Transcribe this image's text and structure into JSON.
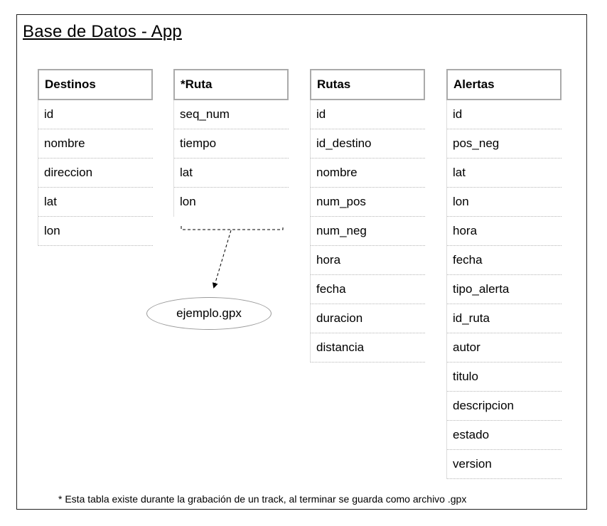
{
  "title": "Base de Datos - App",
  "tables": [
    {
      "name": "Destinos",
      "fields": [
        "id",
        "nombre",
        "direccion",
        "lat",
        "lon"
      ]
    },
    {
      "name": "*Ruta",
      "fields": [
        "seq_num",
        "tiempo",
        "lat",
        "lon"
      ]
    },
    {
      "name": "Rutas",
      "fields": [
        "id",
        "id_destino",
        "nombre",
        "num_pos",
        "num_neg",
        "hora",
        "fecha",
        "duracion",
        "distancia"
      ]
    },
    {
      "name": "Alertas",
      "fields": [
        "id",
        "pos_neg",
        "lat",
        "lon",
        "hora",
        "fecha",
        "tipo_alerta",
        "id_ruta",
        "autor",
        "titulo",
        "descripcion",
        "estado",
        "version"
      ]
    }
  ],
  "file": "ejemplo.gpx",
  "footnote": "* Esta tabla existe durante la grabación de un track, al terminar se guarda como archivo .gpx"
}
